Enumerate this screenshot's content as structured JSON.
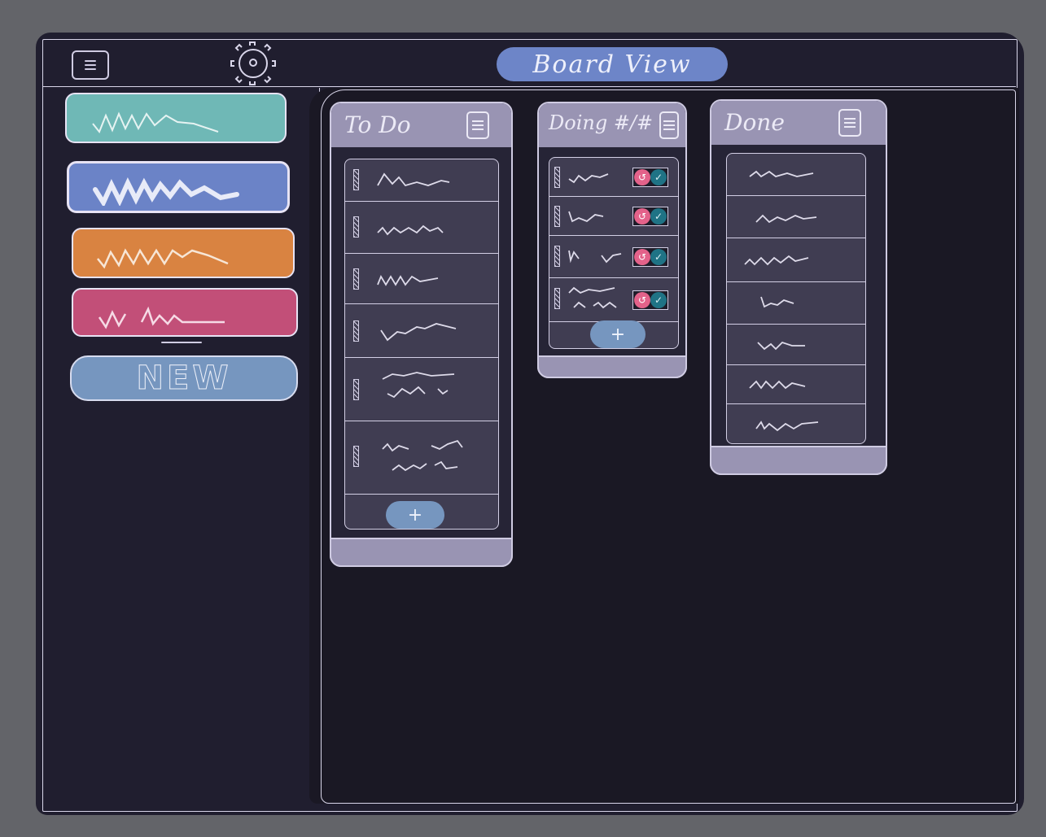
{
  "header": {
    "title": "Board View",
    "menu_icon": "menu-icon",
    "settings_icon": "gear-icon",
    "title_color": "#6d85c8"
  },
  "sidebar": {
    "items": [
      {
        "color": "#6fb8b6",
        "selected": false,
        "label_placeholder": "handwritten squiggle"
      },
      {
        "color": "#6b83c7",
        "selected": true,
        "label_placeholder": "handwritten squiggle"
      },
      {
        "color": "#d98341",
        "selected": false,
        "label_placeholder": "handwritten squiggle"
      },
      {
        "color": "#c24f78",
        "selected": false,
        "label_placeholder": "handwritten squiggle"
      }
    ],
    "new_button": {
      "label": "NEW",
      "color": "#7696bf"
    }
  },
  "board": {
    "columns": [
      {
        "title": "To Do",
        "menu_icon": "list-icon",
        "cards": [
          {
            "lines": 1
          },
          {
            "lines": 1
          },
          {
            "lines": 1
          },
          {
            "lines": 1
          },
          {
            "lines": 2
          },
          {
            "lines": 2
          }
        ],
        "add_label": "+"
      },
      {
        "title": "Doing #/#",
        "menu_icon": "list-icon",
        "cards": [
          {
            "lines": 1,
            "undo": "↺",
            "done": "✓"
          },
          {
            "lines": 1,
            "undo": "↺",
            "done": "✓"
          },
          {
            "lines": 1,
            "undo": "↺",
            "done": "✓"
          },
          {
            "lines": 2,
            "undo": "↺",
            "done": "✓"
          }
        ],
        "add_label": "+"
      },
      {
        "title": "Done",
        "menu_icon": "list-icon",
        "cards": [
          {
            "lines": 1
          },
          {
            "lines": 1
          },
          {
            "lines": 1
          },
          {
            "lines": 1
          },
          {
            "lines": 1
          },
          {
            "lines": 1
          },
          {
            "lines": 1
          }
        ]
      }
    ]
  },
  "colors": {
    "background": "#636469",
    "app": "#201e2f",
    "board": "#1a1824",
    "column_header": "#9994b3",
    "list": "#403d52",
    "undo": "#e3628a",
    "done": "#1f7385",
    "add_button": "#7696bf"
  }
}
